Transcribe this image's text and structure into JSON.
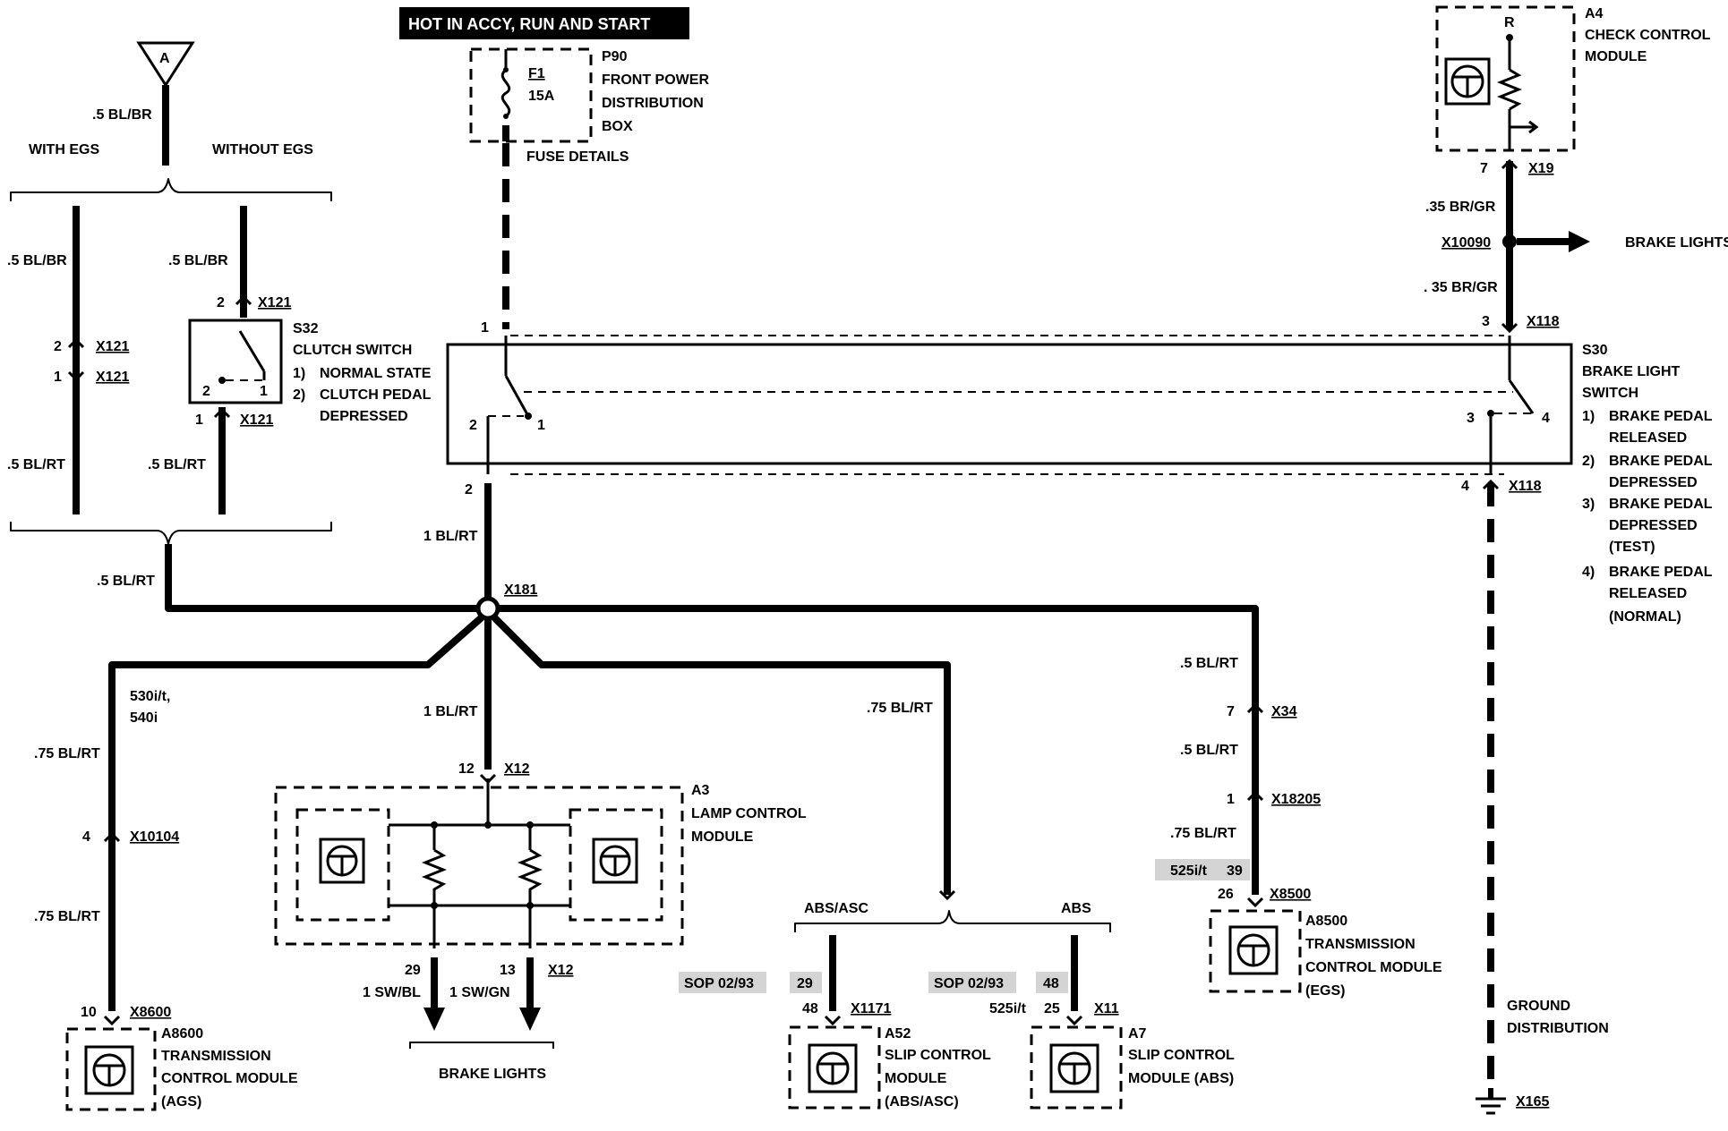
{
  "header": {
    "power": "HOT IN ACCY, RUN AND START"
  },
  "fuse": {
    "id": "F1",
    "rating": "15A",
    "box_id": "P90",
    "box_line1": "FRONT POWER",
    "box_line2": "DISTRIBUTION",
    "box_line3": "BOX",
    "details": "FUSE DETAILS"
  },
  "clutch": {
    "connector_symbol": "A",
    "top_wire": ".5 BL/BR",
    "with_egs": "WITH EGS",
    "without_egs": "WITHOUT EGS",
    "left_wire_top": ".5 BL/BR",
    "left_wire_bottom": ".5 BL/RT",
    "left_pin_top": "2",
    "left_conn_top": "X121",
    "left_pin_bottom": "1",
    "left_conn_bottom": "X121",
    "right_wire_top": ".5 BL/BR",
    "right_wire_bottom": ".5 BL/RT",
    "right_pin_top": "2",
    "right_conn_top": "X121",
    "right_pin_bottom": "1",
    "right_conn_bottom": "X121",
    "switch_pin_2": "2",
    "switch_pin_1": "1",
    "switch_id": "S32",
    "switch_name": "CLUTCH SWITCH",
    "state1_num": "1)",
    "state1": "NORMAL STATE",
    "state2_num": "2)",
    "state2_a": "CLUTCH PEDAL",
    "state2_b": "DEPRESSED",
    "merged_wire": ".5 BL/RT"
  },
  "check_control": {
    "id": "A4",
    "name1": "CHECK CONTROL",
    "name2": "MODULE",
    "resistor_label": "R",
    "pin": "7",
    "connector": "X19",
    "wire1": ".35 BR/GR",
    "splice": "X10090",
    "brake_lights": "BRAKE LIGHTS",
    "wire2": ". 35 BR/GR"
  },
  "brake_switch": {
    "id": "S30",
    "name1": "BRAKE LIGHT",
    "name2": "SWITCH",
    "pin_left_top": "1",
    "pin_right_top": "3",
    "conn_right_top": "X118",
    "contact_left_2": "2",
    "contact_left_1": "1",
    "contact_right_3": "3",
    "contact_right_4": "4",
    "pin_left_bottom": "2",
    "pin_right_bottom": "4",
    "conn_right_bottom": "X118",
    "states": [
      {
        "num": "1)",
        "l1": "BRAKE PEDAL",
        "l2": "RELEASED",
        "l3": ""
      },
      {
        "num": "2)",
        "l1": "BRAKE PEDAL",
        "l2": "DEPRESSED",
        "l3": ""
      },
      {
        "num": "3)",
        "l1": "BRAKE PEDAL",
        "l2": "DEPRESSED",
        "l3": "(TEST)"
      },
      {
        "num": "4)",
        "l1": "BRAKE PEDAL",
        "l2": "RELEASED",
        "l3": "(NORMAL)"
      }
    ]
  },
  "main": {
    "wire_down": "1 BL/RT",
    "splice": "X181",
    "ags_variant1": "530i/t,",
    "ags_variant2": "540i",
    "ags_wire1": ".75 BL/RT",
    "ags_pin": "4",
    "ags_conn": "X10104",
    "ags_wire2": ".75 BL/RT",
    "ags_pin2": "10",
    "ags_conn2": "X8600",
    "ags_module_id": "A8600",
    "ags_module1": "TRANSMISSION",
    "ags_module2": "CONTROL MODULE",
    "ags_module3": "(AGS)",
    "lamp_wire": "1 BL/RT",
    "lamp_pin": "12",
    "lamp_conn": "X12",
    "lamp_id": "A3",
    "lamp_name1": "LAMP CONTROL",
    "lamp_name2": "MODULE",
    "out_pin1": "29",
    "out_pin2": "13",
    "out_conn": "X12",
    "out_wire1": "1 SW/BL",
    "out_wire2": "1 SW/GN",
    "brake_lights": "BRAKE LIGHTS",
    "abs_wire": ".75 BL/RT",
    "abs_asc": "ABS/ASC",
    "abs": "ABS",
    "sop1": "SOP 02/93",
    "sop1_pin": "29",
    "a52_pin": "48",
    "a52_conn": "X1171",
    "a52_id": "A52",
    "a52_name1": "SLIP CONTROL",
    "a52_name2": "MODULE",
    "a52_name3": "(ABS/ASC)",
    "sop2": "SOP 02/93",
    "sop2_pin": "48",
    "a7_variant": "525i/t",
    "a7_pin": "25",
    "a7_conn": "X11",
    "a7_id": "A7",
    "a7_name1": "SLIP CONTROL",
    "a7_name2": "MODULE (ABS)",
    "egs_wire1": ".5 BL/RT",
    "egs_pin1": "7",
    "egs_conn1": "X34",
    "egs_wire2": ".5 BL/RT",
    "egs_pin2": "1",
    "egs_conn2": "X18205",
    "egs_wire3": ".75 BL/RT",
    "egs_variant": "525i/t",
    "egs_variant_pin": "39",
    "egs_pin3": "26",
    "egs_conn3": "X8500",
    "egs_id": "A8500",
    "egs_name1": "TRANSMISSION",
    "egs_name2": "CONTROL MODULE",
    "egs_name3": "(EGS)",
    "ground1": "GROUND",
    "ground2": "DISTRIBUTION",
    "ground_conn": "X165"
  }
}
